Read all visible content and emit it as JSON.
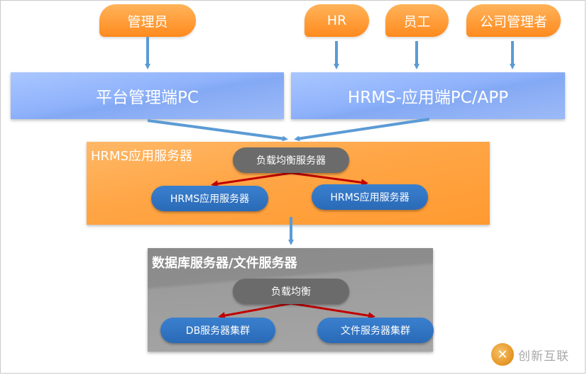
{
  "roles": {
    "admin": "管理员",
    "hr": "HR",
    "employee": "员工",
    "company_manager": "公司管理者"
  },
  "clients": {
    "platform_pc": "平台管理端PC",
    "hrms_app": "HRMS-应用端PC/APP"
  },
  "app_tier": {
    "title": "HRMS应用服务器",
    "load_balancer": "负载均衡服务器",
    "server_1": "HRMS应用服务器",
    "server_2": "HRMS应用服务器"
  },
  "data_tier": {
    "title": "数据库服务器/文件服务器",
    "load_balancer": "负载均衡",
    "db_cluster": "DB服务器集群",
    "file_cluster": "文件服务器集群"
  },
  "watermark": {
    "logo_glyph": "✕",
    "text": "创新互联"
  },
  "colors": {
    "role_orange": "#ff8a1e",
    "client_blue": "#8fb2fb",
    "app_tier_orange": "#ffa545",
    "data_tier_gray": "#8d8d8d",
    "pill_blue": "#2a6ab7",
    "pill_dark": "#6b6b6b",
    "connector_blue": "#5b9bd5",
    "connector_red": "#c00000"
  }
}
